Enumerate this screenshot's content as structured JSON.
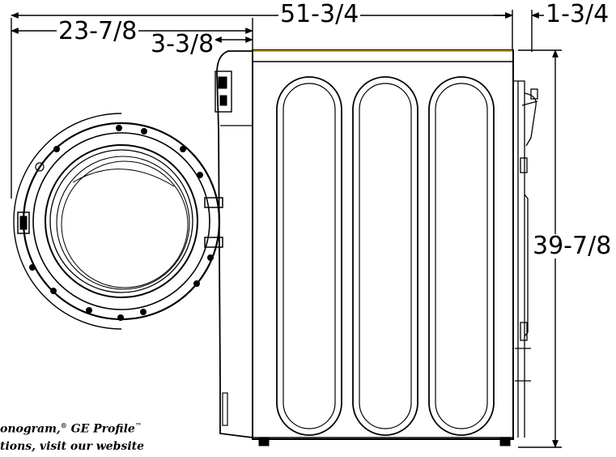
{
  "dimensions": {
    "overall_depth": "51-3/4",
    "door_open_depth": "23-7/8",
    "door_depth": "3-3/8",
    "rear_clearance": "1-3/4",
    "height": "39-7/8"
  },
  "footnote": {
    "line1_text": "onogram,",
    "line1_reg": "®",
    "line1_brand": " GE Profile",
    "line1_tm": "™",
    "line2": "tions, visit our website"
  }
}
